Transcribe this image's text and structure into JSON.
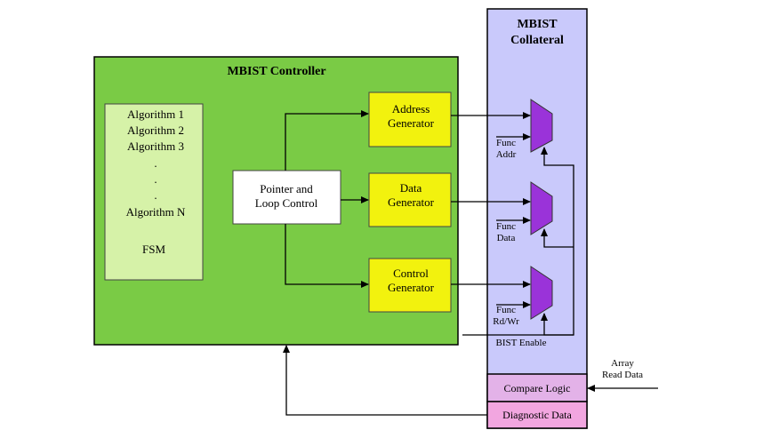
{
  "controller": {
    "title": "MBIST Controller",
    "algorithms": [
      "Algorithm 1",
      "Algorithm 2",
      "Algorithm 3",
      ".",
      ".",
      ".",
      "Algorithm N"
    ],
    "fsm": "FSM",
    "pointer": [
      "Pointer and",
      "Loop Control"
    ],
    "address_gen": [
      "Address",
      "Generator"
    ],
    "data_gen": [
      "Data",
      "Generator"
    ],
    "control_gen": [
      "Control",
      "Generator"
    ]
  },
  "collateral": {
    "title": [
      "MBIST",
      "Collateral"
    ],
    "mux_labels": [
      [
        "Func",
        "Addr"
      ],
      [
        "Func",
        "Data"
      ],
      [
        "Func",
        "Rd/Wr"
      ]
    ],
    "bist_enable": "BIST Enable",
    "compare_logic": "Compare Logic",
    "diagnostic_data": "Diagnostic Data"
  },
  "external": {
    "array_read_data": [
      "Array",
      "Read Data"
    ]
  },
  "colors": {
    "controller_green": "#7acb45",
    "algo_box": "#d6f2a8",
    "generator_yellow": "#f2f20e",
    "collateral_lavender": "#c9c9fb",
    "mux_purple": "#9a33d9",
    "compare_pink": "#e3b2e8",
    "diagnostic_pink": "#f2a6e0"
  }
}
